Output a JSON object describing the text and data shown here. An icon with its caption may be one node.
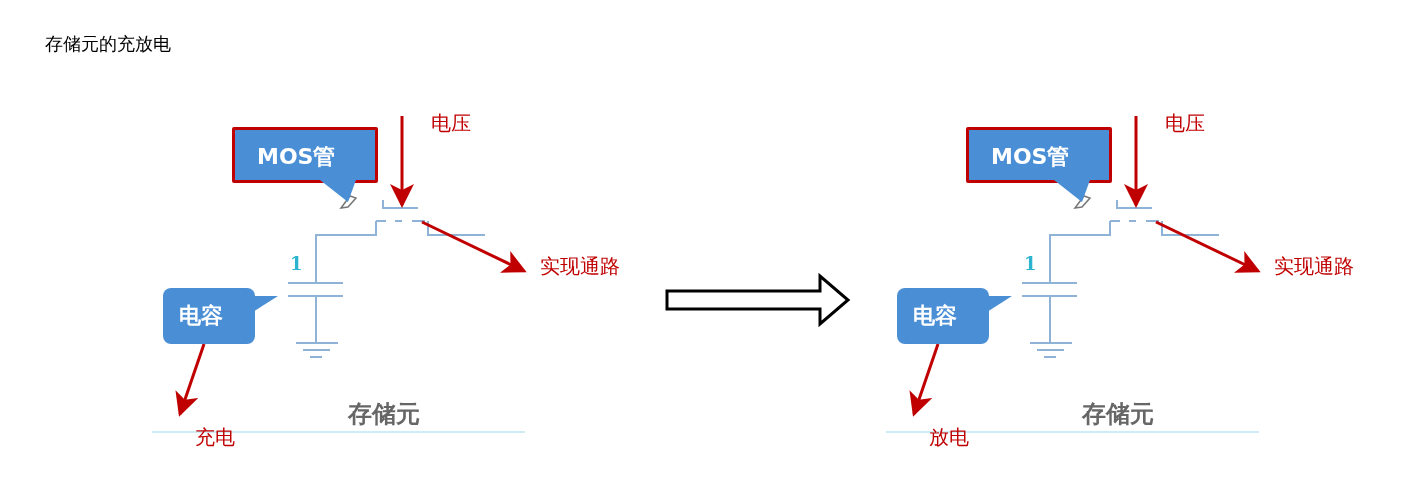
{
  "diagram": {
    "title": "存储元的充放电",
    "nodes": [
      {
        "text": [
          "MOS管"
        ]
      },
      {
        "text": [
          "电压"
        ]
      },
      {
        "text": [],
        "shape": "transistor"
      },
      {
        "text": [
          "实现通路"
        ]
      },
      {
        "text": [
          "电容"
        ]
      },
      {
        "text": [
          "充电"
        ]
      },
      {
        "text": [
          "MOS管"
        ]
      },
      {
        "text": [
          "电压"
        ]
      },
      {
        "text": [],
        "shape": "transistor"
      },
      {
        "text": [
          "实现通路"
        ]
      },
      {
        "text": [
          "电容"
        ]
      },
      {
        "text": [
          "放电"
        ]
      }
    ],
    "edges": [
      {
        "from": 1,
        "to": 2,
        "arrow": "to"
      },
      {
        "from": 2,
        "to": 3,
        "arrow": "to"
      },
      {
        "from": 4,
        "to": 5,
        "arrow": "to"
      },
      {
        "from": 7,
        "to": 8,
        "arrow": "to"
      },
      {
        "from": 8,
        "to": 9,
        "arrow": "to"
      },
      {
        "from": 10,
        "to": 11,
        "arrow": "to"
      }
    ],
    "labels": [
      "1",
      "存储元",
      "1",
      "存储元"
    ]
  }
}
